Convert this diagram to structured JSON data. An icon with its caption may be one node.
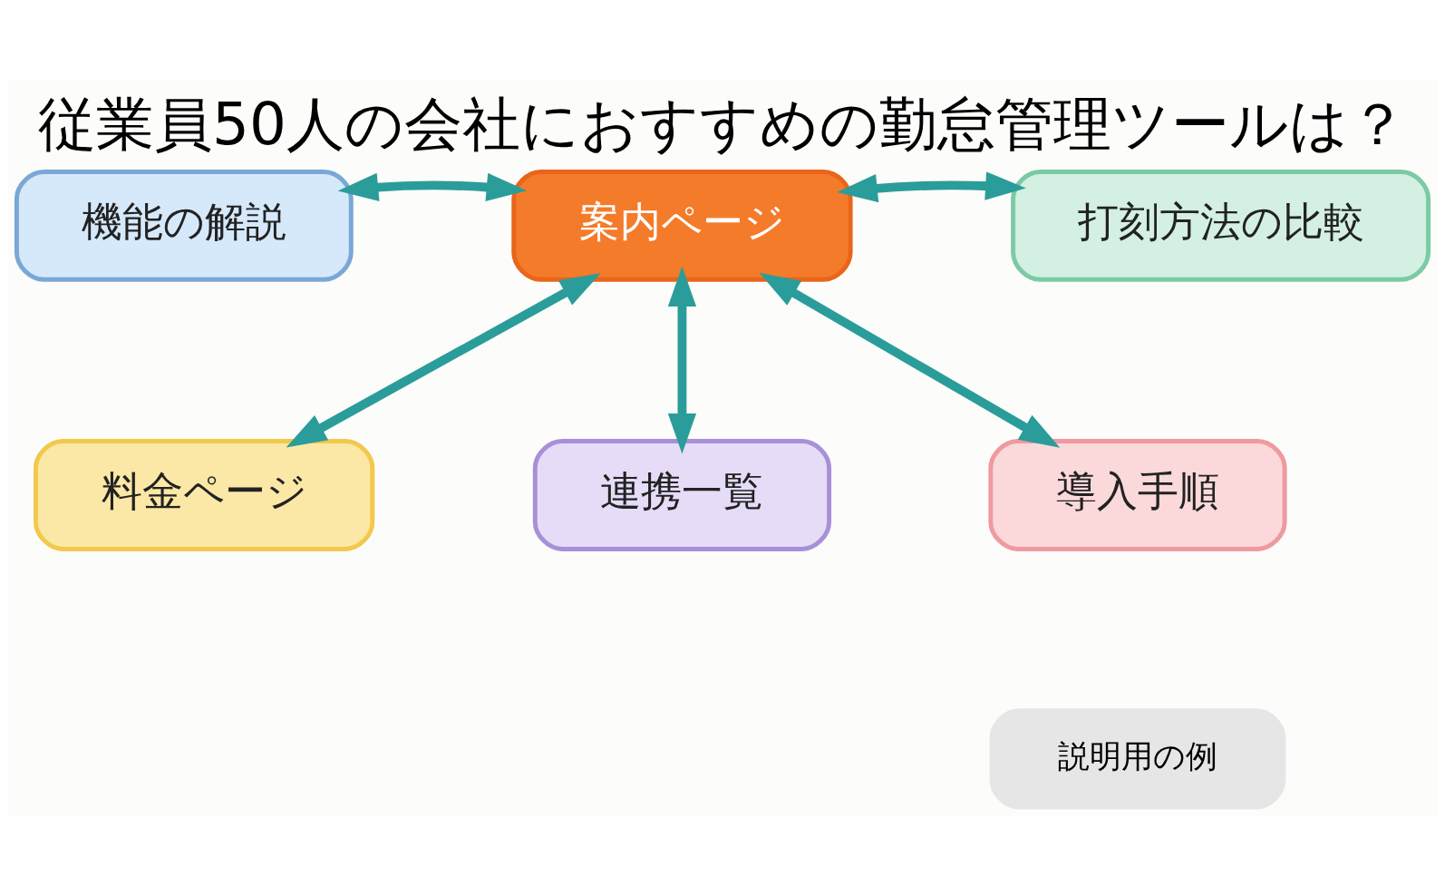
{
  "diagram": {
    "title": "従業員50人の会社におすすめの勤怠管理ツールは？",
    "nodes": [
      {
        "text": [
          "機能の解説"
        ]
      },
      {
        "text": [
          "案内ページ"
        ]
      },
      {
        "text": [
          "打刻方法の比較"
        ]
      },
      {
        "text": [
          "料金ページ"
        ]
      },
      {
        "text": [
          "連携一覧"
        ]
      },
      {
        "text": [
          "導入手順"
        ]
      }
    ],
    "edges": [
      {
        "from": 1,
        "to": 0,
        "arrow": "both"
      },
      {
        "from": 1,
        "to": 2,
        "arrow": "both"
      },
      {
        "from": 1,
        "to": 3,
        "arrow": "both"
      },
      {
        "from": 1,
        "to": 4,
        "arrow": "both"
      },
      {
        "from": 1,
        "to": 5,
        "arrow": "both"
      }
    ],
    "labels": [
      "説明用の例"
    ]
  }
}
